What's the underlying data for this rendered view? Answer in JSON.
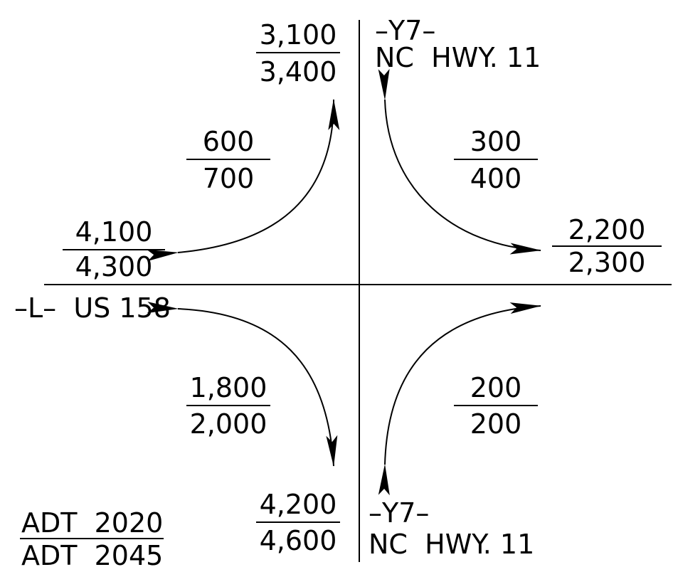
{
  "roads": {
    "north": {
      "route": "–Y7–",
      "name": "NC  HWY. 11"
    },
    "south": {
      "route": "–Y7–",
      "name": "NC  HWY. 11"
    },
    "west": {
      "label": "–L–  US 158"
    }
  },
  "volumes": {
    "north_approach": {
      "adt_2020": "3,100",
      "adt_2045": "3,400"
    },
    "north_to_west": {
      "adt_2020": "600",
      "adt_2045": "700"
    },
    "north_to_east": {
      "adt_2020": "300",
      "adt_2045": "400"
    },
    "west_approach": {
      "adt_2020": "4,100",
      "adt_2045": "4,300"
    },
    "east_approach": {
      "adt_2020": "2,200",
      "adt_2045": "2,300"
    },
    "west_to_south": {
      "adt_2020": "1,800",
      "adt_2045": "2,000"
    },
    "south_to_east": {
      "adt_2020": "200",
      "adt_2045": "200"
    },
    "south_approach": {
      "adt_2020": "4,200",
      "adt_2045": "4,600"
    }
  },
  "legend": {
    "top": "ADT  2020",
    "bottom": "ADT  2045"
  }
}
